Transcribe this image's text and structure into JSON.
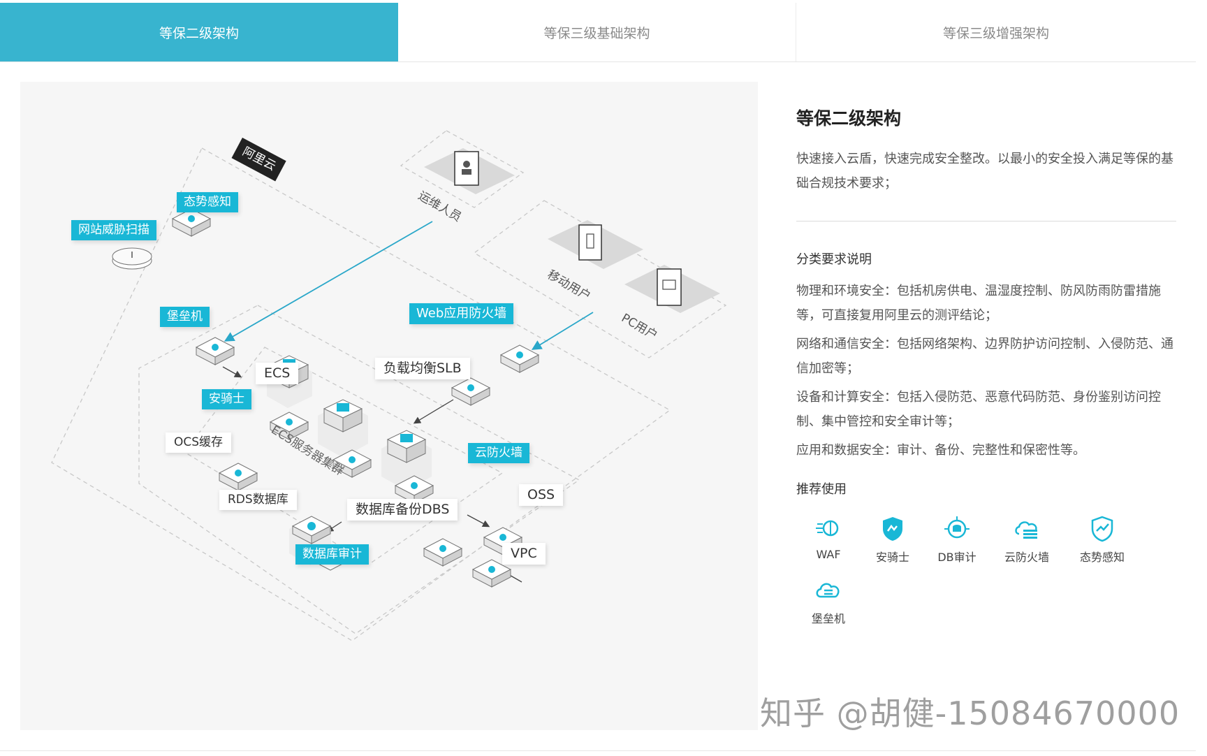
{
  "tabs": [
    {
      "label": "等保二级架构",
      "active": true
    },
    {
      "label": "等保三级基础架构",
      "active": false
    },
    {
      "label": "等保三级增强架构",
      "active": false
    }
  ],
  "diagram": {
    "cloud_label": "阿里云",
    "ops_label": "运维人员",
    "mobile_label": "移动用户",
    "pc_label": "PC用户",
    "situation_label": "态势感知",
    "scan_label": "网站威胁扫描",
    "bastion_label": "堡垒机",
    "waf_label": "Web应用防火墙",
    "slb_label": "负载均衡SLB",
    "ecs_label": "ECS",
    "aegis_label": "安骑士",
    "cluster_label": "ECS服务器集群",
    "ocs_label": "OCS缓存",
    "cloudfw_label": "云防火墙",
    "rds_label": "RDS数据库",
    "dbs_label": "数据库备份DBS",
    "oss_label": "OSS",
    "dbaudit_label": "数据库审计",
    "vpc_label": "VPC"
  },
  "info": {
    "title": "等保二级架构",
    "desc": "快速接入云盾，快速完成安全整改。以最小的安全投入满足等保的基础合规技术要求；",
    "section_title": "分类要求说明",
    "items": [
      "物理和环境安全：包括机房供电、温湿度控制、防风防雨防雷措施等，可直接复用阿里云的测评结论；",
      "网络和通信安全：包括网络架构、边界防护访问控制、入侵防范、通信加密等；",
      "设备和计算安全：包括入侵防范、恶意代码防范、身份鉴别访问控制、集中管控和安全审计等；",
      "应用和数据安全：审计、备份、完整性和保密性等。"
    ],
    "recommend_title": "推荐使用",
    "products": [
      {
        "label": "WAF",
        "icon": "waf-icon"
      },
      {
        "label": "安骑士",
        "icon": "shield-icon"
      },
      {
        "label": "DB审计",
        "icon": "db-audit-icon"
      },
      {
        "label": "云防火墙",
        "icon": "cloud-firewall-icon"
      },
      {
        "label": "态势感知",
        "icon": "situation-awareness-icon"
      },
      {
        "label": "堡垒机",
        "icon": "bastion-icon"
      }
    ],
    "accent_color": "#19b7d6"
  },
  "watermark": "知乎 @胡健-15084670000"
}
